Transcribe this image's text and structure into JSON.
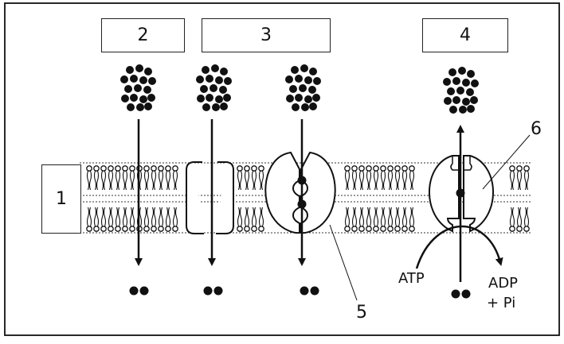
{
  "labels": {
    "box1": "1",
    "box2": "2",
    "box3": "3",
    "box4": "4",
    "callout5": "5",
    "callout6": "6"
  },
  "pump": {
    "atp": "ATP",
    "adp": "ADP",
    "pi": "+ Pi"
  }
}
